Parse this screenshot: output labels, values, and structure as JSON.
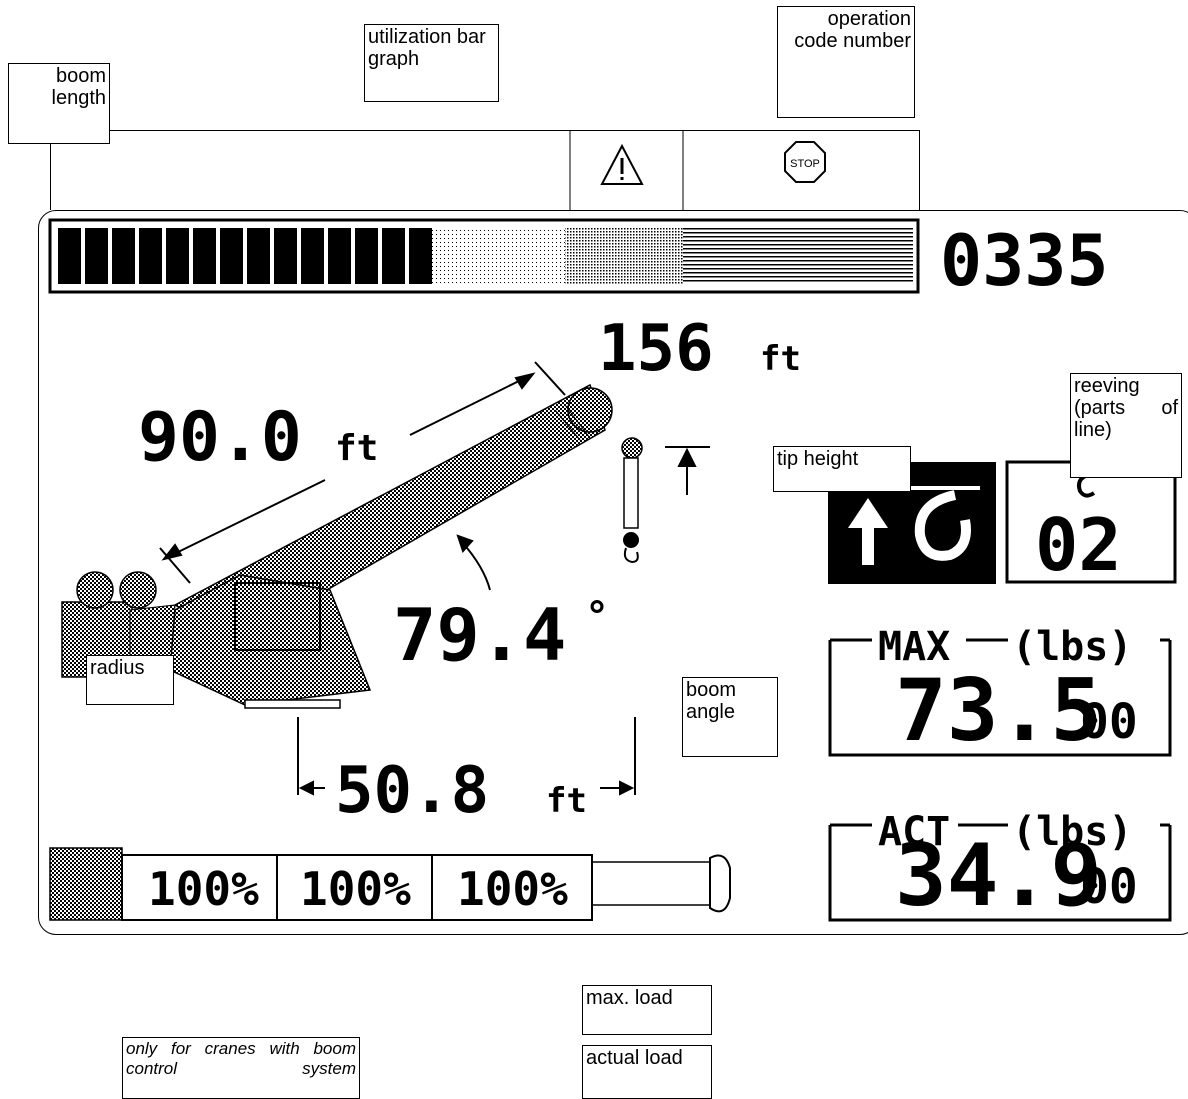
{
  "callouts": {
    "boom_length": "boom length",
    "utilization_bar_graph": "utilization bar graph",
    "operation_code_number": "operation code number",
    "reeving": "reeving (parts of line)",
    "tip_height": "tip height",
    "radius": "radius",
    "boom_angle": "boom angle",
    "max_load": "max. load",
    "actual_load": "actual load",
    "boom_control_note": "only for cranes with boom control system"
  },
  "display": {
    "operation_code": "0335",
    "boom_length_value": "90.0",
    "boom_length_unit": "ft",
    "tip_height_value": "156",
    "tip_height_unit": "ft",
    "boom_angle_value": "79.4",
    "boom_angle_unit": "°",
    "radius_value": "50.8",
    "radius_unit": "ft",
    "reeving_value": "02",
    "max_label": "MAX",
    "max_unit": "(lbs)",
    "max_value_main": "73.5",
    "max_value_small": "00",
    "act_label": "ACT",
    "act_unit": "(lbs)",
    "act_value_main": "34.9",
    "act_value_small": "00",
    "boom_sections": [
      "100%",
      "100%",
      "100%"
    ],
    "stop_label": "STOP",
    "utilization_fraction": 0.44
  },
  "icons": [
    "warning-triangle-icon",
    "stop-sign-icon",
    "hook-raise-icon",
    "reeving-hook-icon",
    "boom-length-arrow",
    "tip-height-arrow"
  ]
}
